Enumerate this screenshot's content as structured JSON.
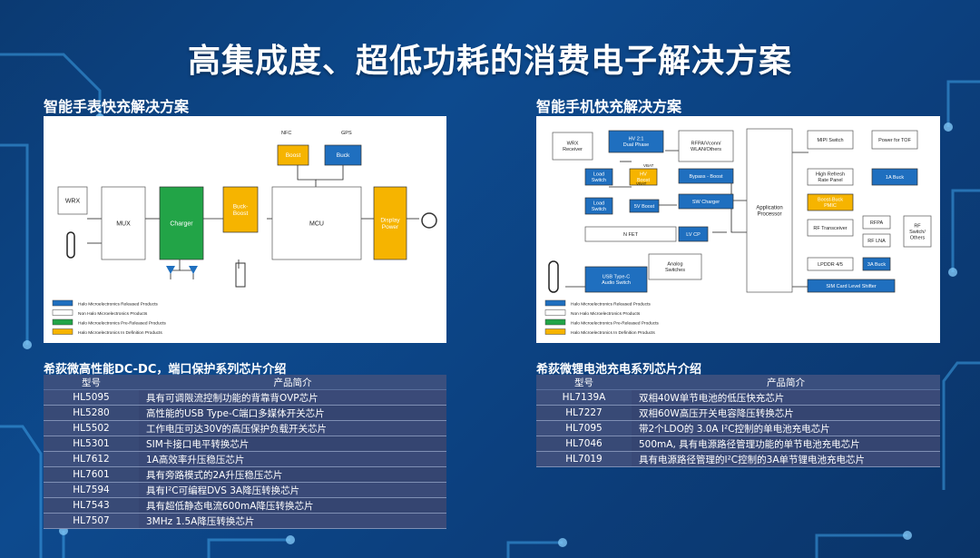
{
  "title": "高集成度、超低功耗的消费电子解决方案",
  "left": {
    "heading": "智能手表快充解决方案",
    "labels": {
      "wrx": "WRX",
      "mux": "MUX",
      "charger": "Charger",
      "buck_boost": "Buck-\nBoost",
      "mcu": "MCU",
      "display": "Display\nPower",
      "boost": "Boost",
      "buck": "Buck",
      "nfc": "NFC",
      "gps": "GPS"
    },
    "legend": [
      {
        "text": "Halo Microelectronics Released Products",
        "color": "#1f6fbf"
      },
      {
        "text": "Non Halo Microelectronics Products",
        "color": "#ffffff"
      },
      {
        "text": "Halo Microelectronics Pre-Released Products",
        "color": "#22a447"
      },
      {
        "text": "Halo Microelectronics In Definition Products",
        "color": "#f6b400"
      }
    ],
    "table_heading": "希荻微高性能DC-DC，端口保护系列芯片介绍",
    "columns": [
      "型号",
      "产品简介"
    ],
    "rows": [
      [
        "HL5095",
        "具有可调限流控制功能的背靠背OVP芯片"
      ],
      [
        "HL5280",
        "高性能的USB Type-C端口多媒体开关芯片"
      ],
      [
        "HL5502",
        "工作电压可达30V的高压保护负载开关芯片"
      ],
      [
        "HL5301",
        "SIM卡接口电平转换芯片"
      ],
      [
        "HL7612",
        "1A高效率升压稳压芯片"
      ],
      [
        "HL7601",
        "具有旁路模式的2A升压稳压芯片"
      ],
      [
        "HL7594",
        "具有I²C可编程DVS 3A降压转换芯片"
      ],
      [
        "HL7543",
        "具有超低静态电流600mA降压转换芯片"
      ],
      [
        "HL7507",
        "3MHz 1.5A降压转换芯片"
      ]
    ]
  },
  "right": {
    "heading": "智能手机快充解决方案",
    "labels": {
      "wrx": "WRX\nReceiver",
      "hv21": "HV 2:1\nDual Phase",
      "rfpa_v": "RFPA/Vconn/\nWLAN/Others",
      "load1": "Load\nSwitch",
      "hvboost": "HV\nBoost",
      "vbat1": "VBAT",
      "vbat2": "VBAT",
      "load2": "Load\nSwitch",
      "svboost": "5V Boost",
      "bypass": "Bypass - Boost",
      "swch": "SW Charger",
      "nfet": "N FET",
      "lvcp": "LV CP",
      "ap": "Application\nProcessor",
      "mipi": "MIPI Switch",
      "ptof": "Power for TOF",
      "hrr": "High Refresh\nRate Panel",
      "buck1a": "1A Buck",
      "bbp": "Boost-Buck\nPMIC",
      "rft": "RF Transceiver",
      "rfpa": "RFPA",
      "rflna": "RF LNA",
      "rfsw": "RF\nSwitch/\nOthers",
      "lpddr": "LPDDR 4/5",
      "buck3a": "3A Buck",
      "usbc": "USB Type-C\nAudio Switch",
      "analog": "Analog\nSwitches",
      "sim": "SIM Card Level Shifter"
    },
    "legend": [
      {
        "text": "Halo Microelectronics Released Products",
        "color": "#1f6fbf"
      },
      {
        "text": "Non Halo Microelectronics Products",
        "color": "#ffffff"
      },
      {
        "text": "Halo Microelectronics Pre-Released Products",
        "color": "#22a447"
      },
      {
        "text": "Halo Microelectronics In Definition Products",
        "color": "#f6b400"
      }
    ],
    "table_heading": "希荻微锂电池充电系列芯片介绍",
    "columns": [
      "型号",
      "产品简介"
    ],
    "rows": [
      [
        "HL7139A",
        "双相40W单节电池的低压快充芯片"
      ],
      [
        "HL7227",
        "双相60W高压开关电容降压转换芯片"
      ],
      [
        "HL7095",
        "带2个LDO的 3.0A I²C控制的单电池充电芯片"
      ],
      [
        "HL7046",
        "500mA, 具有电源路径管理功能的单节电池充电芯片"
      ],
      [
        "HL7019",
        "具有电源路径管理的I²C控制的3A单节锂电池充电芯片"
      ]
    ]
  },
  "colors": {
    "halo_blue": "#1f6fbf",
    "pre_green": "#22a447",
    "def_yellow": "#f6b400",
    "non_halo": "#ffffff"
  }
}
